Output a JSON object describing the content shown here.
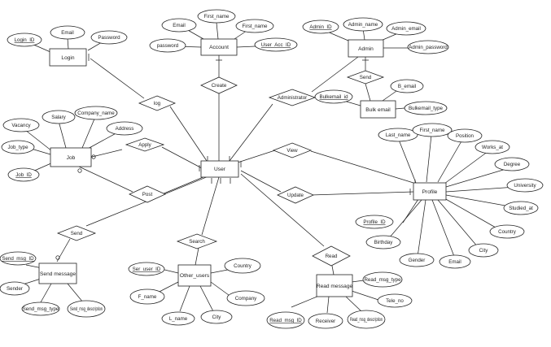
{
  "entities": {
    "login": "Login",
    "account": "Account",
    "admin": "Admin",
    "bulkemail": "Bulk email",
    "job": "Job",
    "user": "User",
    "profile": "Profile",
    "send_message": "Send message",
    "other_users": "Other_users",
    "read_message": "Read message"
  },
  "relationships": {
    "create": "Create",
    "send_bulk": "Send",
    "log": "log",
    "administrator": "Administrator",
    "apply": "Apply",
    "post": "Post",
    "view": "View",
    "update": "Update",
    "send": "Send",
    "search": "Search",
    "read": "Read"
  },
  "attributes": {
    "login_email": "Email",
    "login_password": "Password",
    "login_id": "Login_ID",
    "acc_email": "Email",
    "acc_first_name_top": "First_name",
    "acc_first_name": "First_name",
    "acc_password": "password",
    "acc_user_id": "User_Acc_ID",
    "admin_id": "Admin_ID",
    "admin_name": "Admin_name",
    "admin_email": "Admin_email",
    "admin_password": "Admin_password",
    "bulk_id": "Bulkemail_id",
    "bulk_email": "B_email",
    "bulk_type": "Bulkemail_type",
    "job_salary": "Salary",
    "job_company_name": "Company_name",
    "job_vacancy": "Vacancy",
    "job_address": "Address",
    "job_type": "Job_type",
    "job_id": "Job_ID",
    "pr_last_name": "Last_name",
    "pr_first_name": "First_name",
    "pr_position": "Position",
    "pr_works_at": "Works_at",
    "pr_degree": "Degree",
    "pr_university": "University",
    "pr_studied_at": "Studied_at",
    "pr_country": "Country",
    "pr_id": "Profile_ID",
    "pr_birthday": "Birthday",
    "pr_city": "City",
    "pr_gender": "Gender",
    "pr_email": "Email",
    "sm_id": "Send_msg_ID",
    "sm_sender": "Sender",
    "sm_type": "Send_msg_type",
    "sm_desc": "Send_msg_description",
    "ou_id": "Ser_user_ID",
    "ou_country": "Country",
    "ou_fname": "F_name",
    "ou_company": "Company",
    "ou_lname": "L_name",
    "ou_city": "City",
    "rm_type": "Read_msg_type",
    "rm_tele": "Tele_no",
    "rm_id": "Read_msg_ID",
    "rm_receiver": "Receiver",
    "rm_desc": "Read_msg_description"
  }
}
